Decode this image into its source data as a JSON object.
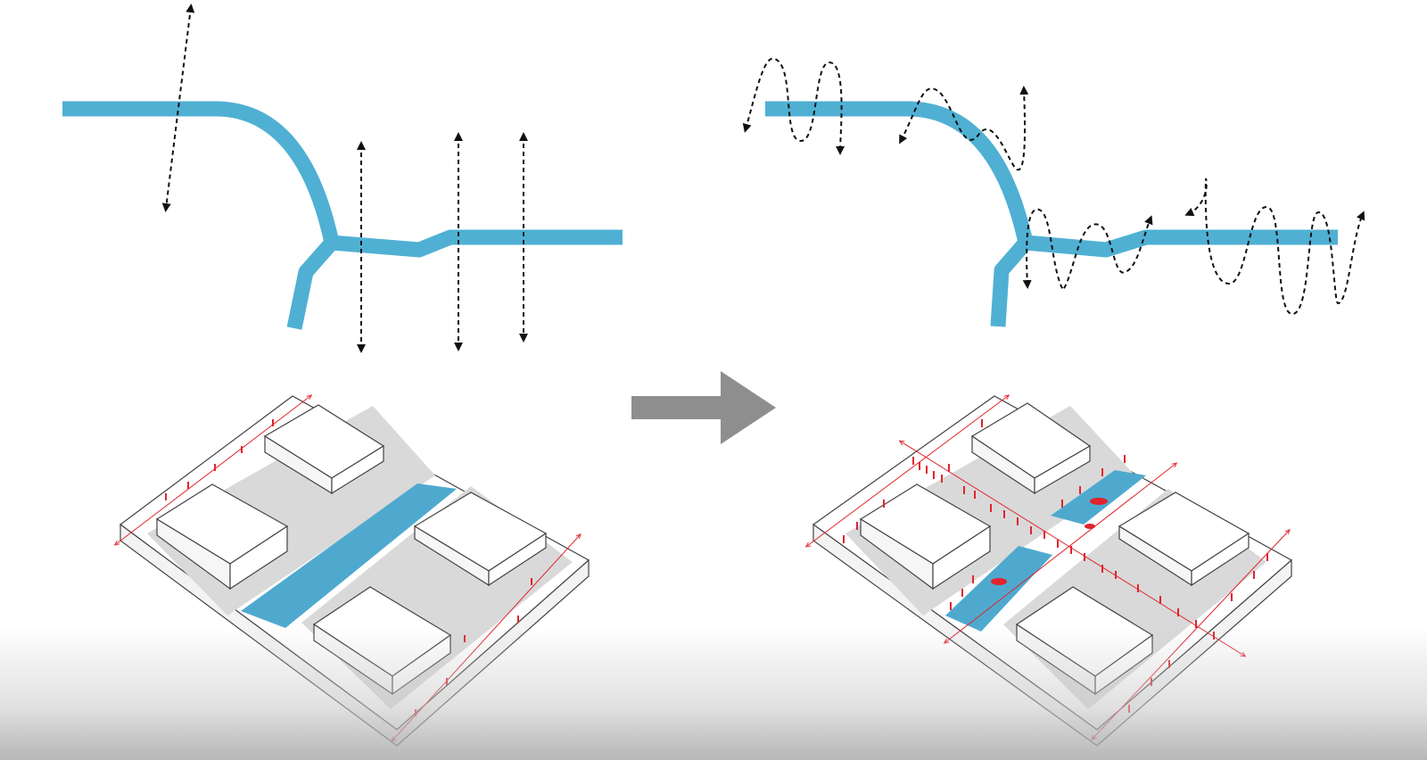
{
  "colors": {
    "river": "#4fb0d3",
    "water": "#4fa9cf",
    "arrow": "#111111",
    "people": "#e0242c",
    "block_face": "#ffffff",
    "block_side": "#f4f4f4",
    "block_outline": "#444444",
    "pavement": "#d6d6d6",
    "transition_arrow": "#8e8e8e"
  },
  "icons": {
    "crossing_arrow": "double-headed-dashed-arrow-icon",
    "meander_arrow": "meandering-dashed-arrow-icon",
    "transition_arrow": "right-arrow-icon",
    "pedestrian": "person-figure-icon",
    "boat": "boat-icon"
  },
  "panels": {
    "before": {
      "crossings": 4,
      "water_channels": 1,
      "bridges": 0
    },
    "after": {
      "meander_paths": 4,
      "water_channels": 2,
      "bridges": 1,
      "boats": 3
    }
  }
}
